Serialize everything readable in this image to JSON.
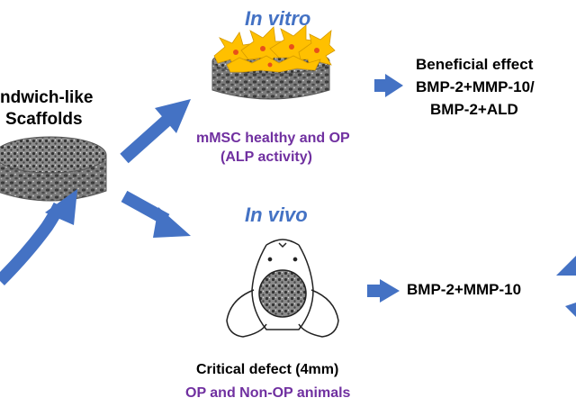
{
  "colors": {
    "arrow": "#4472c4",
    "heading": "#4472c4",
    "caption": "#7030a0",
    "text": "#000000",
    "cell_fill": "#ffc000",
    "cell_nucleus": "#e8501a",
    "scaffold": "#6b6b6b"
  },
  "scaffold": {
    "title_line1": "ndwich-like",
    "title_line2": "Scaffolds"
  },
  "in_vitro": {
    "heading": "In vitro",
    "caption_line1": "mMSC healthy and OP",
    "caption_line2": "(ALP activity)",
    "result_line1": "Beneficial effect",
    "result_line2": "BMP-2+MMP-10/",
    "result_line3": "BMP-2+ALD"
  },
  "in_vivo": {
    "heading": "In vivo",
    "caption_line1": "Critical defect (4mm)",
    "caption_line2": "OP and Non-OP animals",
    "result": "BMP-2+MMP-10"
  },
  "icons": {
    "scaffold_disc": "porous-disc",
    "cells_on_scaffold": "star-cells",
    "animal_skull": "mouse-head"
  }
}
